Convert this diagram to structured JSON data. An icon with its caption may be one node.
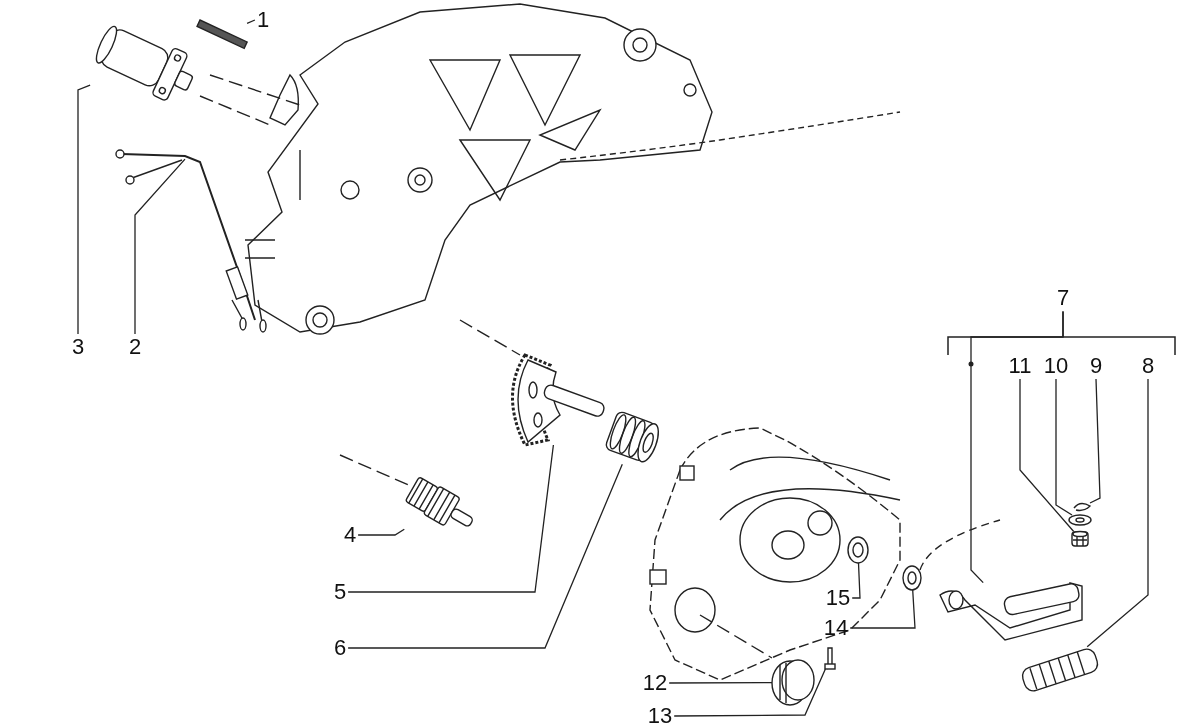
{
  "diagram": {
    "nodes": [
      {
        "text": [
          "1"
        ]
      },
      {
        "text": [
          "3"
        ]
      },
      {
        "text": [
          "2"
        ]
      },
      {
        "text": [
          "7"
        ]
      },
      {
        "text": [
          "11"
        ]
      },
      {
        "text": [
          "10"
        ]
      },
      {
        "text": [
          "9"
        ]
      },
      {
        "text": [
          "8"
        ]
      },
      {
        "text": [
          "4"
        ]
      },
      {
        "text": [
          "5"
        ]
      },
      {
        "text": [
          "15"
        ]
      },
      {
        "text": [
          "6"
        ]
      },
      {
        "text": [
          "14"
        ]
      },
      {
        "text": [
          "12"
        ]
      },
      {
        "text": [
          "13"
        ]
      },
      {
        "text": [],
        "shape": "bar"
      },
      {
        "text": [],
        "shape": "picture"
      },
      {
        "text": [],
        "shape": "picture"
      },
      {
        "text": [],
        "shape": "picture"
      },
      {
        "text": [],
        "shape": "picture"
      },
      {
        "text": [],
        "shape": "picture"
      },
      {
        "text": [],
        "shape": "picture"
      },
      {
        "text": [],
        "shape": "picture"
      },
      {
        "text": [],
        "shape": "picture"
      },
      {
        "text": [],
        "shape": "picture"
      },
      {
        "text": [],
        "shape": "picture"
      },
      {
        "text": [],
        "shape": "picture"
      },
      {
        "text": [],
        "shape": "picture"
      },
      {
        "text": [],
        "shape": "picture"
      },
      {
        "text": [],
        "shape": "picture"
      }
    ],
    "edges": [
      {
        "from": 0,
        "to": 15,
        "arrow": "none"
      },
      {
        "from": 1,
        "to": 16,
        "arrow": "none"
      },
      {
        "from": 2,
        "to": 17,
        "arrow": "none"
      },
      {
        "from": 3,
        "to": 18,
        "arrow": "none"
      },
      {
        "from": 4,
        "to": 19,
        "arrow": "none"
      },
      {
        "from": 5,
        "to": 20,
        "arrow": "none"
      },
      {
        "from": 6,
        "to": 21,
        "arrow": "none"
      },
      {
        "from": 7,
        "to": 22,
        "arrow": "none"
      },
      {
        "from": 8,
        "to": 23,
        "arrow": "none"
      },
      {
        "from": 9,
        "to": 24,
        "arrow": "none"
      },
      {
        "from": 10,
        "to": 25,
        "arrow": "none"
      },
      {
        "from": 11,
        "to": 26,
        "arrow": "none"
      },
      {
        "from": 12,
        "to": 27,
        "arrow": "none"
      },
      {
        "from": 13,
        "to": 28,
        "arrow": "none"
      },
      {
        "from": 14,
        "to": 29,
        "arrow": "none"
      }
    ]
  }
}
